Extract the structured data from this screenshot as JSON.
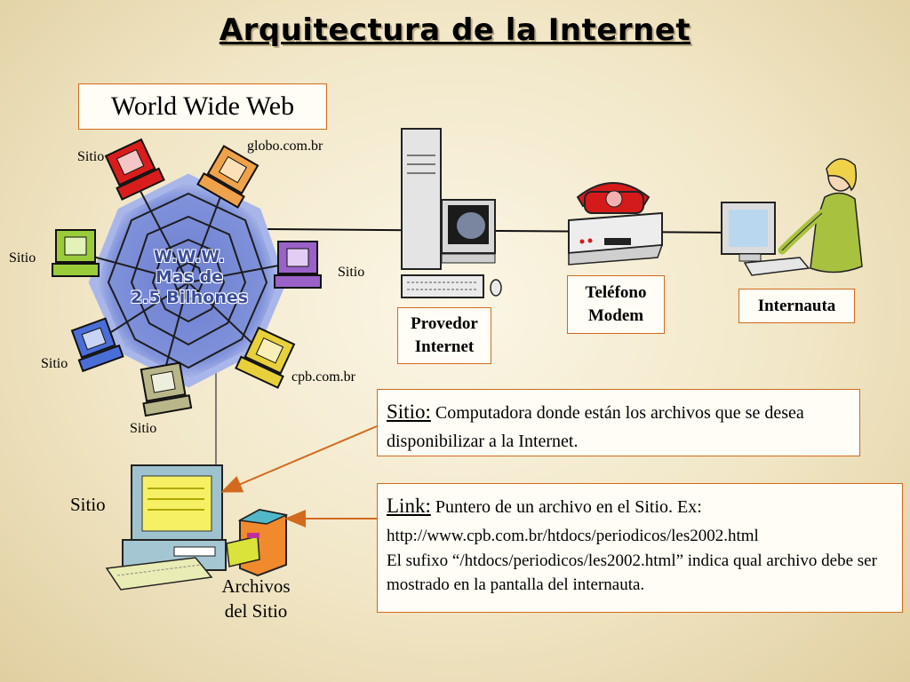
{
  "title": "Arquitectura de la Internet",
  "www_title": "World Wide Web",
  "web_center": {
    "line1": "W.W.W.",
    "line2": "Mas de",
    "line3": "2.5 Bilhones"
  },
  "site_labels": {
    "top_left": "Sitio",
    "globo": "globo.com.br",
    "left": "Sitio",
    "right": "Sitio",
    "lower_left": "Sitio",
    "cpb": "cpb.com.br",
    "bottom": "Sitio"
  },
  "provedor": {
    "line1": "Provedor",
    "line2": "Internet"
  },
  "telefono": {
    "line1": "Teléfono",
    "line2": "Modem"
  },
  "internauta": "Internauta",
  "sitio_def": {
    "term": "Sitio:",
    "text": "Computadora donde están los archivos que se desea disponibilizar a la Internet."
  },
  "link_def": {
    "term": "Link:",
    "text": "Puntero de un archivo en el Sitio. Ex:",
    "url": "http://www.cpb.com.br/htdocs/periodicos/les2002.html",
    "note": "El sufixo “/htdocs/periodicos/les2002.html” indica qual archivo debe ser mostrado en la pantalla del internauta."
  },
  "bottom_site": {
    "label": "Sitio",
    "files_line1": "Archivos",
    "files_line2": "del Sitio"
  },
  "colors": {
    "accent": "#d26a1e",
    "web_blue": "#3b4e9a"
  }
}
